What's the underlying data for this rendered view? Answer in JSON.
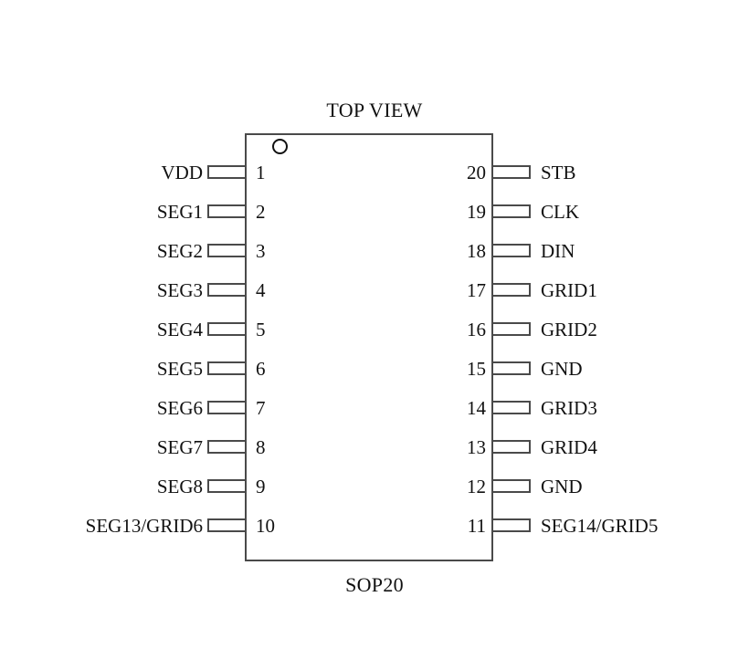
{
  "diagram": {
    "title_top": "TOP VIEW",
    "title_bottom": "SOP20",
    "package": "SOP20",
    "pin_count": 20,
    "pin1_marker": "pin1-dot",
    "colors": {
      "background": "#ffffff",
      "outline": "#4a4a4a",
      "text": "#111111",
      "marker": "#111111"
    },
    "left_pins": [
      {
        "number": "1",
        "label": "VDD"
      },
      {
        "number": "2",
        "label": "SEG1"
      },
      {
        "number": "3",
        "label": "SEG2"
      },
      {
        "number": "4",
        "label": "SEG3"
      },
      {
        "number": "5",
        "label": "SEG4"
      },
      {
        "number": "6",
        "label": "SEG5"
      },
      {
        "number": "7",
        "label": "SEG6"
      },
      {
        "number": "8",
        "label": "SEG7"
      },
      {
        "number": "9",
        "label": "SEG8"
      },
      {
        "number": "10",
        "label": "SEG13/GRID6"
      }
    ],
    "right_pins": [
      {
        "number": "20",
        "label": "STB"
      },
      {
        "number": "19",
        "label": "CLK"
      },
      {
        "number": "18",
        "label": "DIN"
      },
      {
        "number": "17",
        "label": "GRID1"
      },
      {
        "number": "16",
        "label": "GRID2"
      },
      {
        "number": "15",
        "label": "GND"
      },
      {
        "number": "14",
        "label": "GRID3"
      },
      {
        "number": "13",
        "label": "GRID4"
      },
      {
        "number": "12",
        "label": "GND"
      },
      {
        "number": "11",
        "label": "SEG14/GRID5"
      }
    ]
  }
}
